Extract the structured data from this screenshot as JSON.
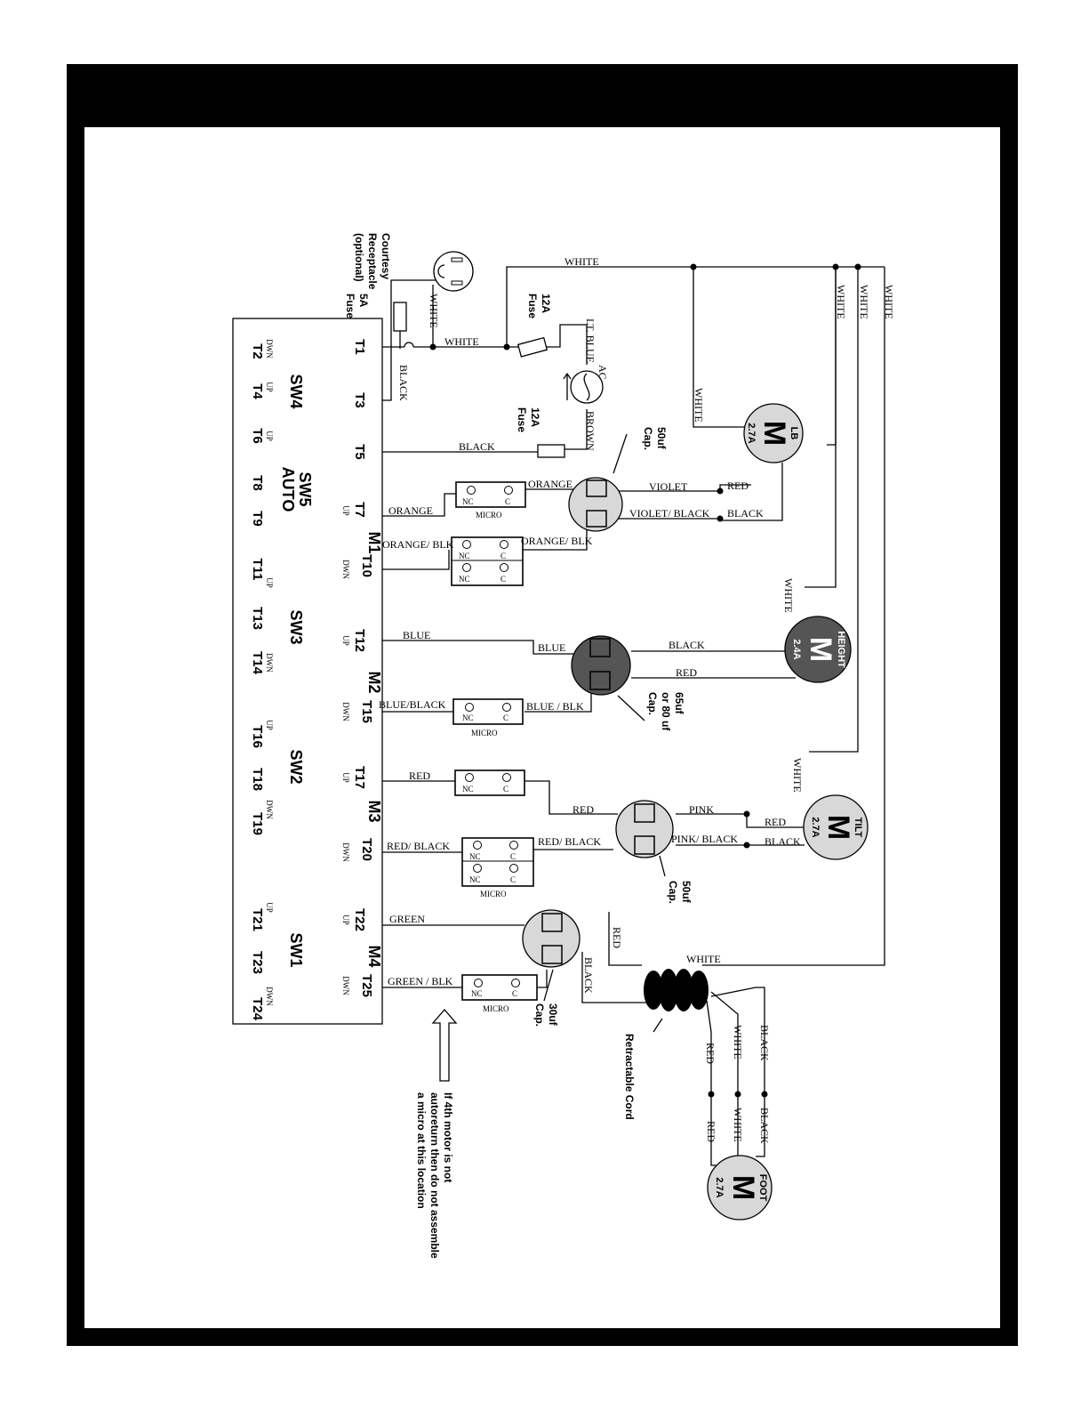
{
  "switch_box": {
    "terminals_top": [
      "T1",
      "T3",
      "T5",
      "T7",
      "T10",
      "T12",
      "T15",
      "T17",
      "T20",
      "T22",
      "T25"
    ],
    "terminals_bottom": [
      "T2",
      "T4",
      "T6",
      "T8",
      "T9",
      "T11",
      "T13",
      "T14",
      "T16",
      "T18",
      "T19",
      "T21",
      "T23",
      "T24"
    ],
    "switch_labels": [
      "SW4",
      "SW5",
      "AUTO",
      "SW3",
      "SW2",
      "SW1"
    ],
    "motor_labels": [
      "M1",
      "M2",
      "M3",
      "M4"
    ],
    "dir_labels": [
      "DWN",
      "UP",
      "UP",
      "DWN",
      "UP",
      "DWN",
      "UP",
      "DWN",
      "UP",
      "DWN",
      "UP",
      "DWN",
      "UP",
      "DWN",
      "UP",
      "DWN",
      "UP"
    ]
  },
  "wire_labels": [
    "WHITE",
    "WHITE",
    "BLACK",
    "BLACK",
    "LT. BLUE",
    "BROWN",
    "ORANGE",
    "ORANGE",
    "ORANGE/ BLK",
    "ORANGE/ BLK",
    "VIOLET",
    "VIOLET/ BLACK",
    "RED",
    "BLACK",
    "BLUE",
    "BLUE",
    "BLACK",
    "RED",
    "BLUE/BLACK",
    "BLUE / BLK",
    "RED",
    "RED",
    "PINK",
    "RED",
    "PINK/ BLACK",
    "BLACK",
    "RED/ BLACK",
    "RED/ BLACK",
    "GREEN",
    "GREEN / BLK",
    "RED",
    "BLACK",
    "WHITE",
    "WHITE",
    "WHITE",
    "WHITE",
    "WHITE",
    "WHITE",
    "WHITE",
    "WHITE",
    "RED",
    "WHITE",
    "BLACK",
    "RED",
    "WHITE",
    "BLACK"
  ],
  "components": {
    "ac_source": "AC",
    "fuse_label": "Fuse",
    "fuse_ratings": [
      "12A",
      "12A",
      "5A"
    ],
    "receptacle_lines": [
      "Courtesy",
      "Receptacle",
      "(optional)"
    ],
    "capacitors": [
      "50uf",
      "Cap.",
      "65uf",
      "or 80 uf",
      "Cap.",
      "50uf",
      "Cap.",
      "30uf",
      "Cap."
    ],
    "micro_label": "MICRO",
    "nc_label": "NC",
    "c_label": "C",
    "retractable_cord": "Retractable Cord"
  },
  "motors": [
    {
      "name": "LB",
      "symbol": "M",
      "rating": "2.7A"
    },
    {
      "name": "HEIGHT",
      "symbol": "M",
      "rating": "2.4A"
    },
    {
      "name": "TILT",
      "symbol": "M",
      "rating": "2.7A"
    },
    {
      "name": "FOOT",
      "symbol": "M",
      "rating": "2.7A"
    }
  ],
  "note_lines": [
    "If 4th motor is not",
    "autoreturn then do not assemble",
    "a micro at this location"
  ],
  "colors": {
    "frame": "#000000",
    "capacitor_light": "#d8d8d8",
    "capacitor_dark": "#555555",
    "motor_light": "#d8d8d8",
    "motor_dark": "#555555"
  }
}
